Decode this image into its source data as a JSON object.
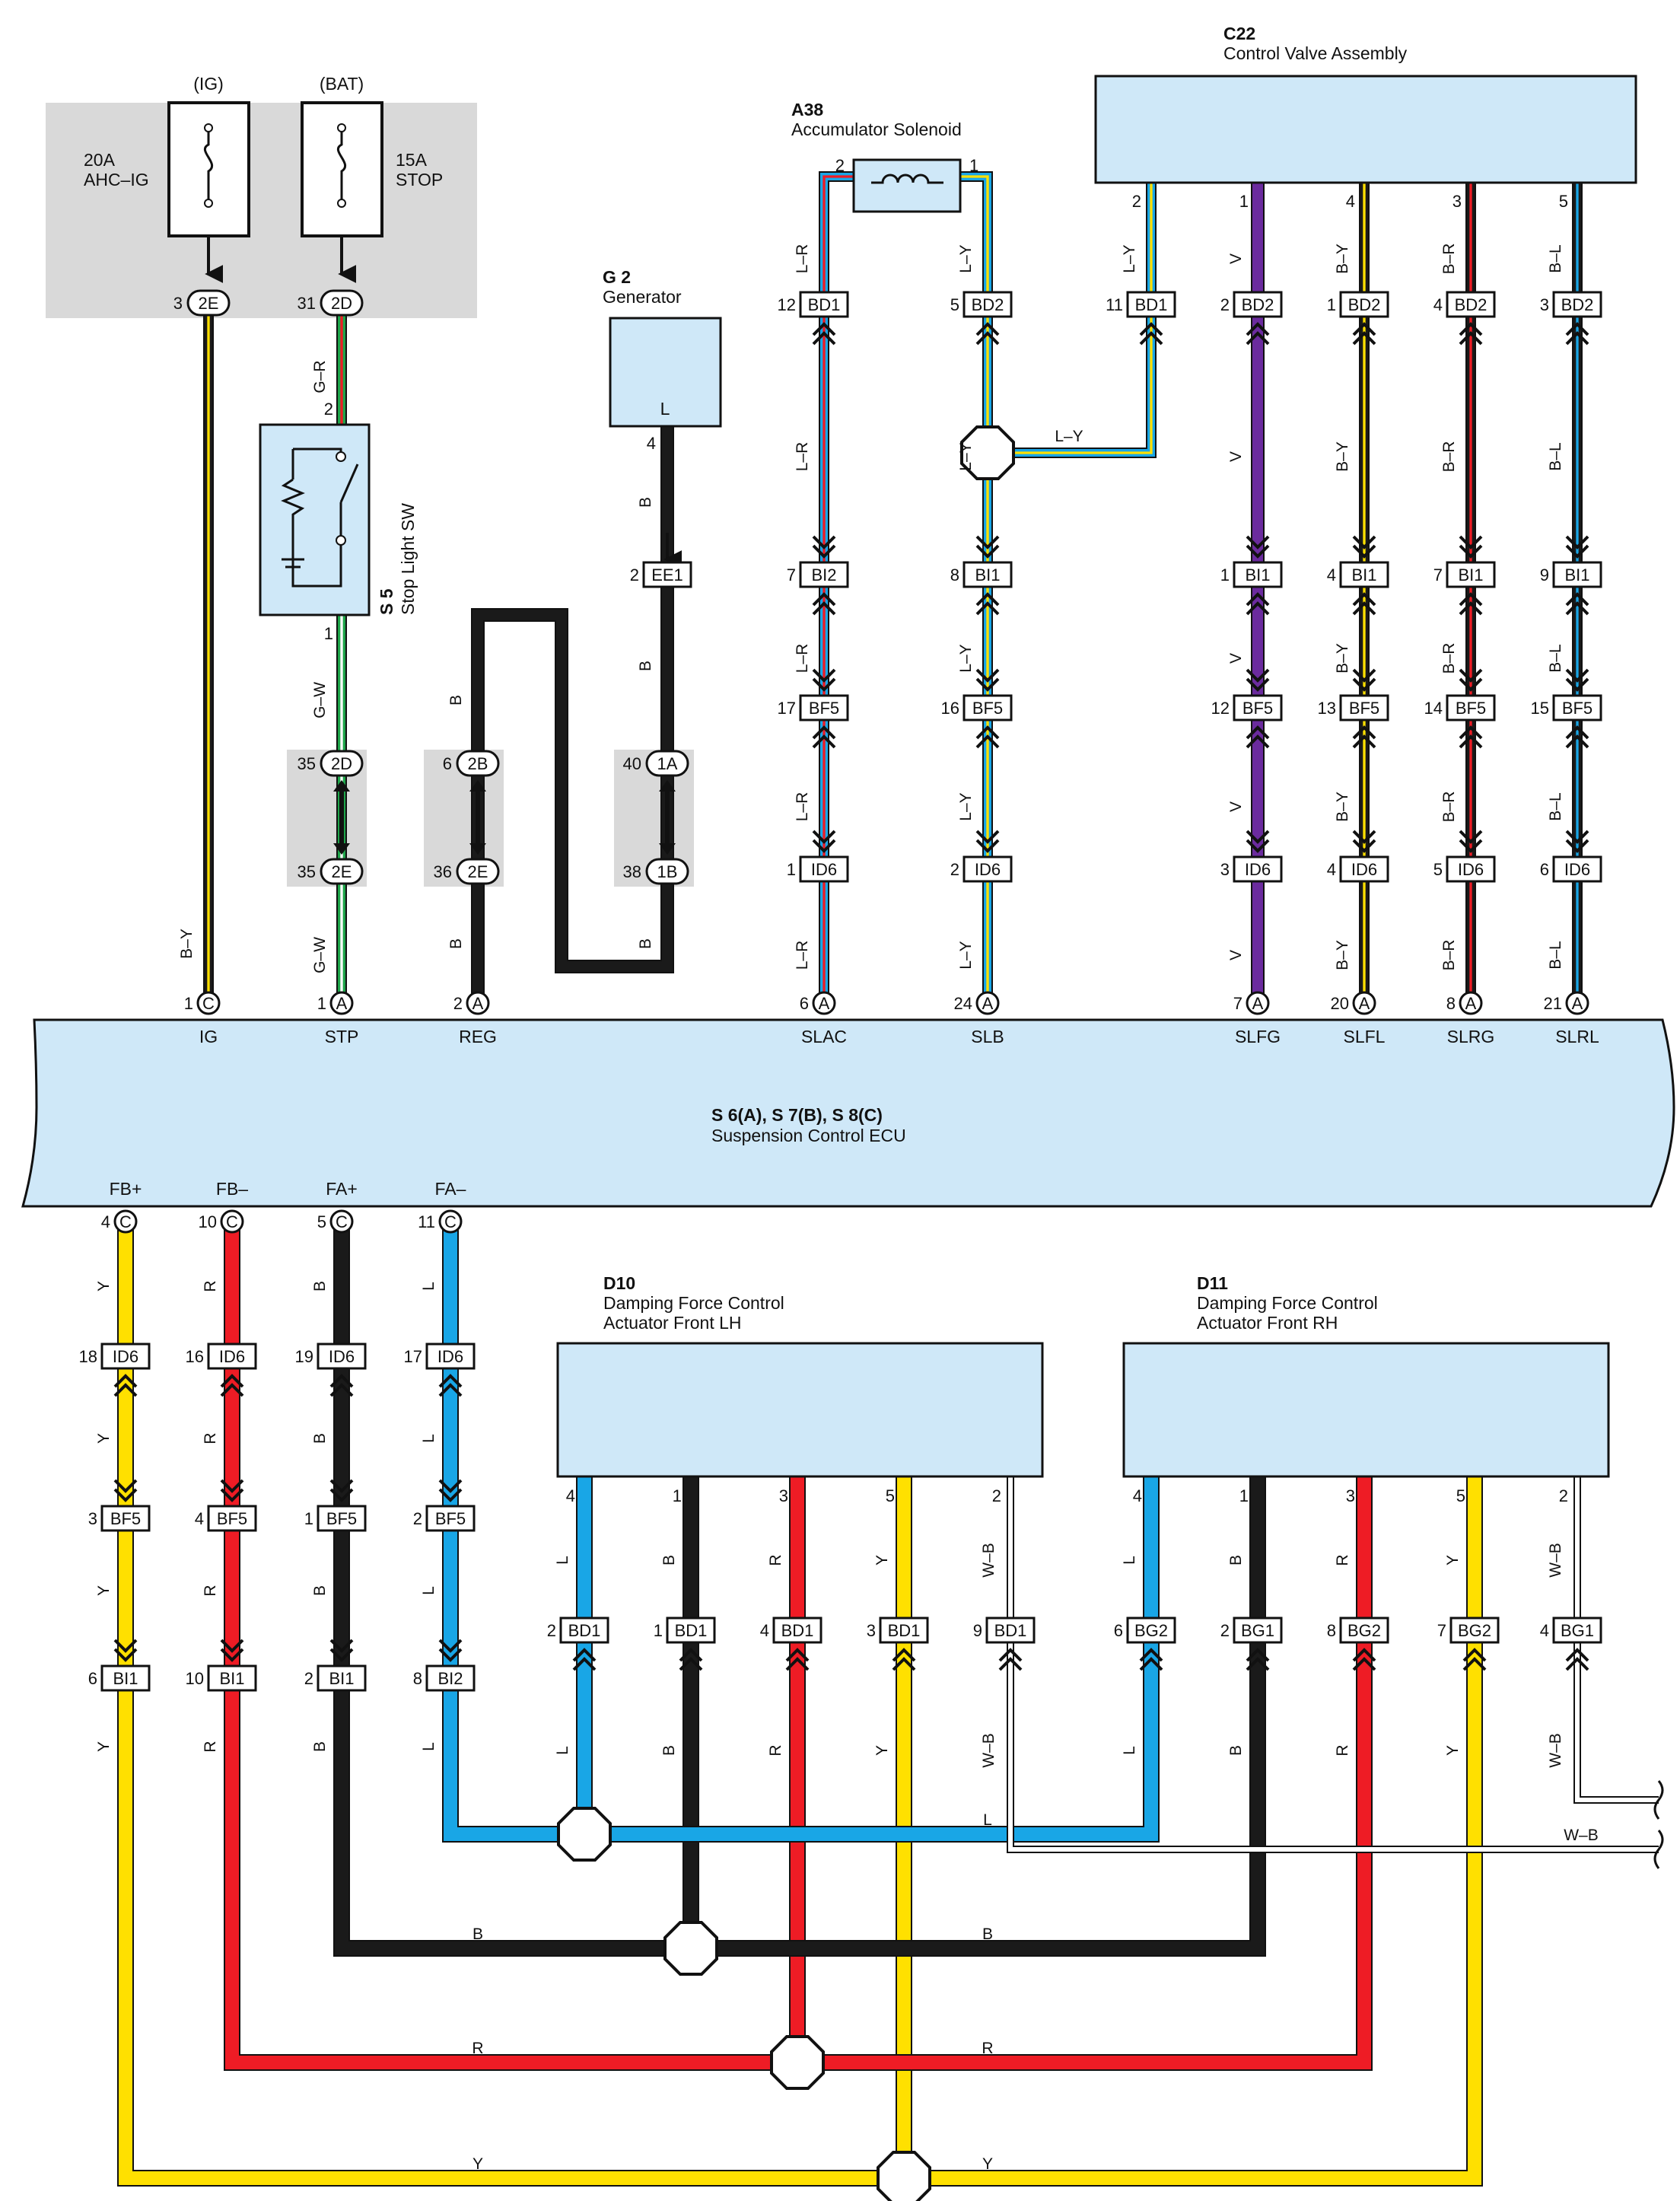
{
  "colors": {
    "Y": "#ffe000",
    "R": "#ee1c25",
    "B": "#1a1a1a",
    "L": "#19a6e6",
    "V": "#6b2b9e",
    "G": "#1fa64a",
    "W": "#ffffff",
    "body_fill": "#cfe8f8",
    "shade": "#d9d9d9"
  },
  "fuses": [
    {
      "source": "(IG)",
      "rating": "20A",
      "name": "AHC–IG",
      "conn_pin": "3",
      "conn": "2E"
    },
    {
      "source": "(BAT)",
      "rating": "15A",
      "name": "STOP",
      "conn_pin": "31",
      "conn": "2D"
    }
  ],
  "components": {
    "g2": {
      "code": "G 2",
      "name": "Generator",
      "terminal": "L",
      "pin": "4"
    },
    "a38": {
      "code": "A38",
      "name": "Accumulator Solenoid",
      "pin_left": "2",
      "pin_right": "1"
    },
    "c22": {
      "code": "C22",
      "name": "Control Valve Assembly"
    },
    "s5": {
      "code": "S 5",
      "name": "Stop Light SW",
      "pin_top": "2",
      "pin_bottom": "1"
    },
    "ecu": {
      "code": "S 6(A), S 7(B), S 8(C)",
      "name": "Suspension Control ECU"
    },
    "d10": {
      "code": "D10",
      "name1": "Damping Force Control",
      "name2": "Actuator Front LH"
    },
    "d11": {
      "code": "D11",
      "name1": "Damping Force Control",
      "name2": "Actuator Front RH"
    }
  },
  "ecu_top_terminals": [
    {
      "label": "IG",
      "pin": "1",
      "conn": "C"
    },
    {
      "label": "STP",
      "pin": "1",
      "conn": "A"
    },
    {
      "label": "REG",
      "pin": "2",
      "conn": "A"
    },
    {
      "label": "SLAC",
      "pin": "6",
      "conn": "A"
    },
    {
      "label": "SLB",
      "pin": "24",
      "conn": "A"
    },
    {
      "label": "SLFG",
      "pin": "7",
      "conn": "A"
    },
    {
      "label": "SLFL",
      "pin": "20",
      "conn": "A"
    },
    {
      "label": "SLRG",
      "pin": "8",
      "conn": "A"
    },
    {
      "label": "SLRL",
      "pin": "21",
      "conn": "A"
    }
  ],
  "ecu_bottom_terminals": [
    {
      "label": "FB+",
      "pin": "4",
      "conn": "C"
    },
    {
      "label": "FB–",
      "pin": "10",
      "conn": "C"
    },
    {
      "label": "FA+",
      "pin": "5",
      "conn": "C"
    },
    {
      "label": "FA–",
      "pin": "11",
      "conn": "C"
    }
  ],
  "wire_codes": {
    "by": "B–Y",
    "gr": "G–R",
    "gw": "G–W",
    "b": "B",
    "lr": "L–R",
    "ly": "L–Y",
    "v": "V",
    "br": "B–R",
    "bl": "B–L",
    "y": "Y",
    "r": "R",
    "l": "L",
    "wb": "W–B"
  },
  "top_connectors": {
    "slac": [
      {
        "pin": "12",
        "conn": "BD1"
      },
      {
        "pin": "7",
        "conn": "BI2"
      },
      {
        "pin": "17",
        "conn": "BF5"
      },
      {
        "pin": "1",
        "conn": "ID6"
      }
    ],
    "slb": [
      {
        "pin": "5",
        "conn": "BD2"
      },
      {
        "pin": "8",
        "conn": "BI1"
      },
      {
        "pin": "16",
        "conn": "BF5"
      },
      {
        "pin": "2",
        "conn": "ID6"
      }
    ],
    "c22_ly": {
      "pin": "11",
      "conn": "BD1",
      "c22_pin": "2"
    },
    "slfg": [
      {
        "pin": "2",
        "conn": "BD2"
      },
      {
        "pin": "1",
        "conn": "BI1"
      },
      {
        "pin": "12",
        "conn": "BF5"
      },
      {
        "pin": "3",
        "conn": "ID6"
      }
    ],
    "slfl": [
      {
        "pin": "1",
        "conn": "BD2"
      },
      {
        "pin": "4",
        "conn": "BI1"
      },
      {
        "pin": "13",
        "conn": "BF5"
      },
      {
        "pin": "4",
        "conn": "ID6"
      }
    ],
    "slrg": [
      {
        "pin": "4",
        "conn": "BD2"
      },
      {
        "pin": "7",
        "conn": "BI1"
      },
      {
        "pin": "14",
        "conn": "BF5"
      },
      {
        "pin": "5",
        "conn": "ID6"
      }
    ],
    "slrl": [
      {
        "pin": "3",
        "conn": "BD2"
      },
      {
        "pin": "9",
        "conn": "BI1"
      },
      {
        "pin": "15",
        "conn": "BF5"
      },
      {
        "pin": "6",
        "conn": "ID6"
      }
    ],
    "c22_pins": [
      "1",
      "4",
      "3",
      "5"
    ],
    "ee1": {
      "pin": "2",
      "conn": "EE1"
    }
  },
  "shaded_joints": [
    {
      "top_pin": "35",
      "top_conn": "2D",
      "bot_pin": "35",
      "bot_conn": "2E"
    },
    {
      "top_pin": "6",
      "top_conn": "2B",
      "bot_pin": "36",
      "bot_conn": "2E"
    },
    {
      "top_pin": "40",
      "top_conn": "1A",
      "bot_pin": "38",
      "bot_conn": "1B"
    }
  ],
  "bottom_connectors": {
    "fbp": [
      {
        "pin": "18",
        "conn": "ID6"
      },
      {
        "pin": "3",
        "conn": "BF5"
      },
      {
        "pin": "6",
        "conn": "BI1"
      }
    ],
    "fbm": [
      {
        "pin": "16",
        "conn": "ID6"
      },
      {
        "pin": "4",
        "conn": "BF5"
      },
      {
        "pin": "10",
        "conn": "BI1"
      }
    ],
    "fap": [
      {
        "pin": "19",
        "conn": "ID6"
      },
      {
        "pin": "1",
        "conn": "BF5"
      },
      {
        "pin": "2",
        "conn": "BI1"
      }
    ],
    "fam": [
      {
        "pin": "17",
        "conn": "ID6"
      },
      {
        "pin": "2",
        "conn": "BF5"
      },
      {
        "pin": "8",
        "conn": "BI2"
      }
    ],
    "d10": [
      {
        "act_pin": "4",
        "pin": "2",
        "conn": "BD1"
      },
      {
        "act_pin": "1",
        "pin": "1",
        "conn": "BD1"
      },
      {
        "act_pin": "3",
        "pin": "4",
        "conn": "BD1"
      },
      {
        "act_pin": "5",
        "pin": "3",
        "conn": "BD1"
      },
      {
        "act_pin": "2",
        "pin": "9",
        "conn": "BD1"
      }
    ],
    "d11": [
      {
        "act_pin": "4",
        "pin": "6",
        "conn": "BG2"
      },
      {
        "act_pin": "1",
        "pin": "2",
        "conn": "BG1"
      },
      {
        "act_pin": "3",
        "pin": "8",
        "conn": "BG2"
      },
      {
        "act_pin": "5",
        "pin": "7",
        "conn": "BG2"
      },
      {
        "act_pin": "2",
        "pin": "4",
        "conn": "BG1"
      }
    ]
  }
}
